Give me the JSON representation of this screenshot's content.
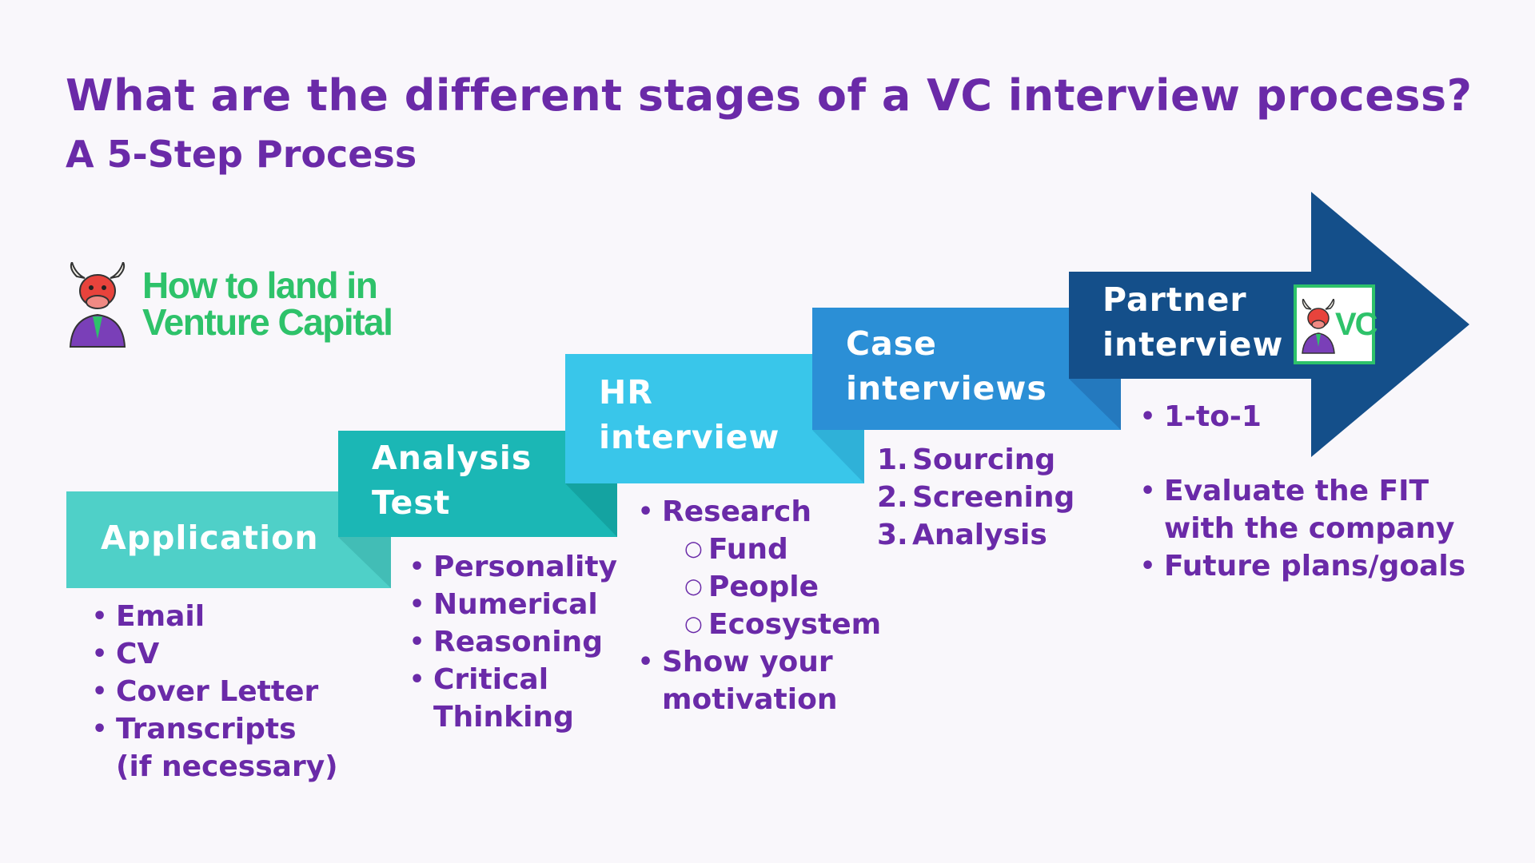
{
  "header": {
    "title": "What are the different stages of a VC interview process?",
    "subtitle": "A 5-Step Process"
  },
  "logo": {
    "line1": "How to land in",
    "line2": "Venture Capital"
  },
  "badge": {
    "text": "VC"
  },
  "colors": {
    "title": "#6a2aa8",
    "logo_green": "#2ec26a",
    "application": "#4fd0c8",
    "analysis": "#1bb7b5",
    "hr": "#39c6ea",
    "case": "#2b8fd6",
    "partner": "#144f8a"
  },
  "steps": [
    {
      "label_lines": [
        "Application"
      ],
      "items": [
        {
          "text": "Email"
        },
        {
          "text": "CV"
        },
        {
          "text": "Cover Letter"
        },
        {
          "text": "Transcripts"
        },
        {
          "text": "(if necessary)",
          "continuation": true
        }
      ]
    },
    {
      "label_lines": [
        "Analysis",
        "Test"
      ],
      "items": [
        {
          "text": "Personality"
        },
        {
          "text": "Numerical"
        },
        {
          "text": "Reasoning"
        },
        {
          "text": "Critical"
        },
        {
          "text": "Thinking",
          "continuation": true
        }
      ]
    },
    {
      "label_lines": [
        "HR",
        "interview"
      ],
      "items": [
        {
          "text": "Research"
        },
        {
          "text": "Fund",
          "sub": true
        },
        {
          "text": "People",
          "sub": true
        },
        {
          "text": "Ecosystem",
          "sub": true
        },
        {
          "text": "Show your"
        },
        {
          "text": "motivation",
          "continuation": true
        }
      ]
    },
    {
      "label_lines": [
        "Case",
        "interviews"
      ],
      "items": [
        {
          "num": "1.",
          "text": "Sourcing"
        },
        {
          "num": "2.",
          "text": "Screening"
        },
        {
          "num": "3.",
          "text": "Analysis"
        }
      ]
    },
    {
      "label_lines": [
        "Partner",
        "interview"
      ],
      "items": [
        {
          "text": "1-to-1"
        },
        {
          "text": "Evaluate the FIT",
          "gap": true
        },
        {
          "text": "with the company",
          "continuation": true
        },
        {
          "text": "Future plans/goals"
        }
      ]
    }
  ]
}
